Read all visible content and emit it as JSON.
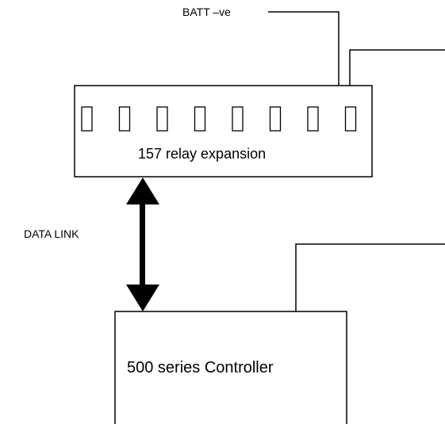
{
  "diagram": {
    "batt_label": "BATT –ve",
    "relay_label": "157 relay expansion",
    "data_link_label": "DATA LINK",
    "controller_label": "500 series Controller",
    "relay_count": 8
  },
  "colors": {
    "line": "#000000",
    "background": "#ffffff"
  }
}
